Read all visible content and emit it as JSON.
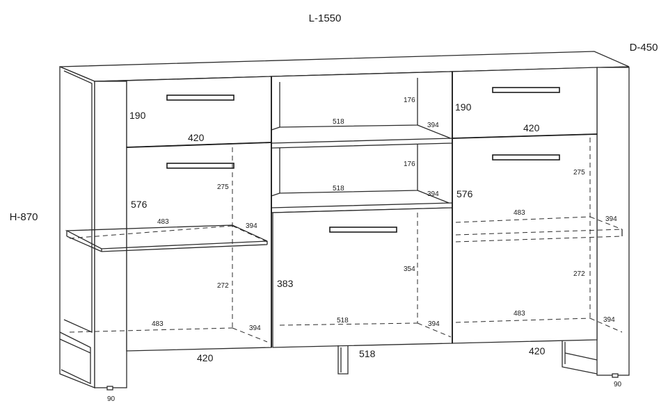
{
  "dimensions": {
    "length": "L-1550",
    "depth": "D-450",
    "height": "H-870"
  },
  "labels": {
    "left_drawer_height": "190",
    "left_drawer_width": "420",
    "left_door_height": "576",
    "left_shelf_width": "483",
    "left_shelf_depth": "394",
    "left_upper_gap": "275",
    "left_lower_gap": "272",
    "left_bottom_width": "483",
    "left_bottom_depth": "394",
    "left_base_width": "420",
    "left_leg": "90",
    "center_top_gap": "176",
    "center_top_width": "518",
    "center_top_depth": "394",
    "center_mid_gap": "176",
    "center_mid_width": "518",
    "center_mid_depth": "394",
    "center_door_height": "383",
    "center_door_inner": "354",
    "center_bottom_width": "518",
    "center_bottom_depth": "394",
    "center_base_width": "518",
    "right_drawer_height": "190",
    "right_drawer_width": "420",
    "right_door_height": "576",
    "right_upper_gap": "275",
    "right_shelf_width": "483",
    "right_shelf_depth": "394",
    "right_lower_gap": "272",
    "right_bottom_width": "483",
    "right_bottom_depth": "394",
    "right_base_width": "420",
    "right_leg": "90"
  }
}
